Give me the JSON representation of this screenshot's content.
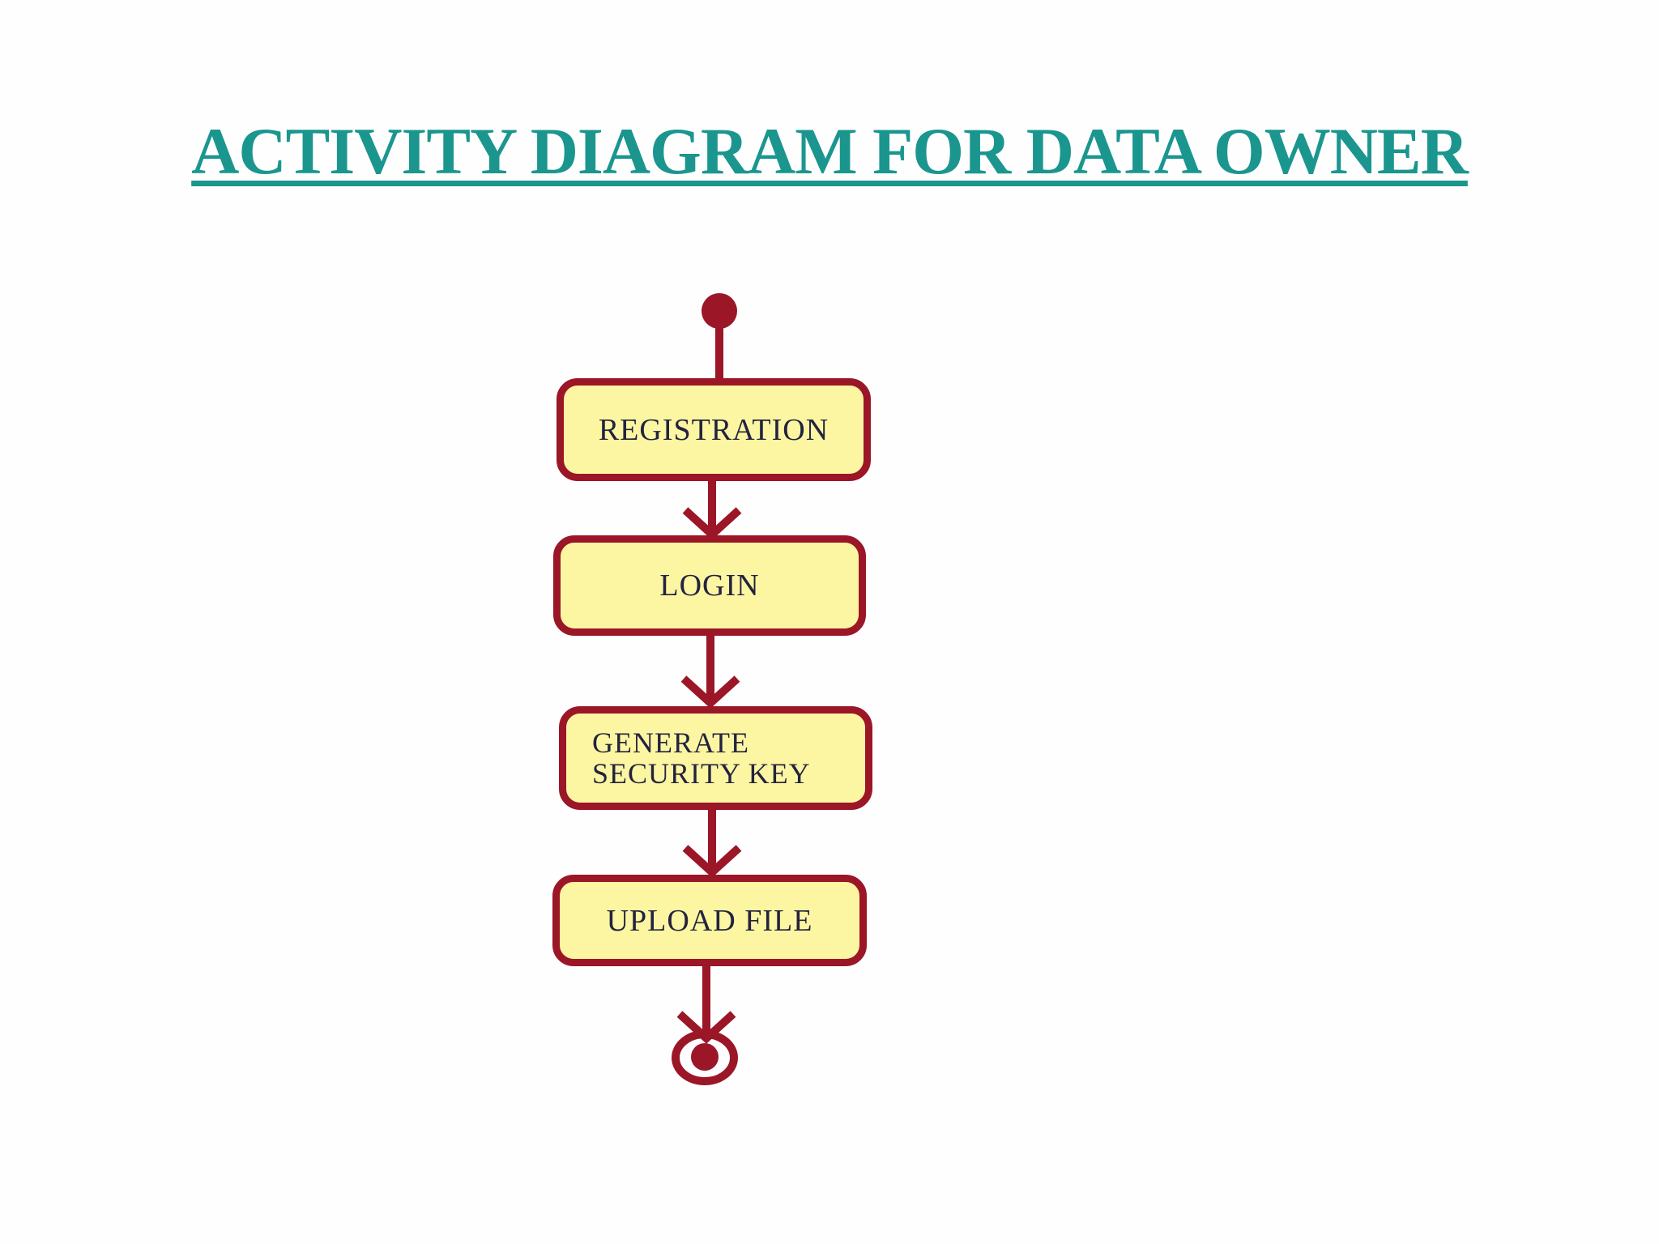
{
  "title": {
    "text": "ACTIVITY DIAGRAM FOR DATA OWNER"
  },
  "colors": {
    "page_bg": "#fefefe",
    "title_color": "#1a968f",
    "node_fill": "#fcf6a2",
    "node_border": "#9b1627",
    "node_text": "#23233f",
    "connector": "#9b1627"
  },
  "diagram": {
    "kind": "uml-activity-diagram",
    "start_node": "initial-node",
    "end_node": "final-node",
    "activities": [
      {
        "label": "REGISTRATION"
      },
      {
        "label": "LOGIN"
      },
      {
        "label": "GENERATE\nSECURITY KEY"
      },
      {
        "label": "UPLOAD FILE"
      }
    ],
    "edges": [
      {
        "from": "initial-node",
        "to": "REGISTRATION"
      },
      {
        "from": "REGISTRATION",
        "to": "LOGIN"
      },
      {
        "from": "LOGIN",
        "to": "GENERATE SECURITY KEY"
      },
      {
        "from": "GENERATE SECURITY KEY",
        "to": "UPLOAD FILE"
      },
      {
        "from": "UPLOAD FILE",
        "to": "final-node"
      }
    ]
  }
}
